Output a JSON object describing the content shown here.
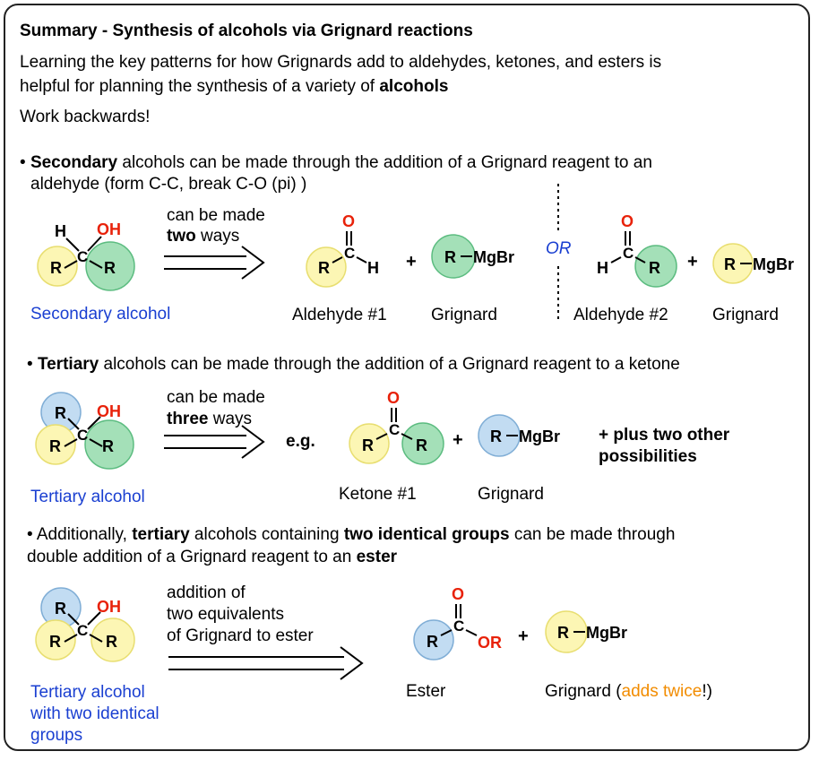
{
  "title": "Summary - Synthesis of alcohols via Grignard reactions",
  "intro": {
    "line1": "Learning the key  patterns for how Grignards add to aldehydes, ketones, and esters is",
    "line2_pre": "helpful for planning the synthesis of a variety of ",
    "line2_bold": "alcohols",
    "line3": "Work backwards!"
  },
  "secondary": {
    "bullet": "•",
    "bold": "Secondary",
    "rest1": " alcohols can be made through the addition of a Grignard reagent to an",
    "line2": "aldehyde (form C-C, break C-O (pi) )",
    "alcohol_label": "Secondary alcohol",
    "arrow_line1": "can be made",
    "arrow_bold": "two",
    "arrow_rest": " ways",
    "aldehyde1_label": "Aldehyde #1",
    "grignard1_label": "Grignard",
    "or": "OR",
    "aldehyde2_label": "Aldehyde #2",
    "grignard2_label": "Grignard"
  },
  "tertiary": {
    "bullet": "•",
    "bold": "Tertiary",
    "rest": " alcohols can be made through the addition of a Grignard reagent to a ketone",
    "alcohol_label": "Tertiary alcohol",
    "arrow_line1": "can be made",
    "arrow_bold": "three",
    "arrow_rest": " ways",
    "eg": "e.g.",
    "ketone_label": "Ketone #1",
    "grignard_label": "Grignard",
    "plus_other_1": "+ plus two other",
    "plus_other_2": "possibilities"
  },
  "ester": {
    "bullet": "•",
    "pre": " Additionally, ",
    "bold1": "tertiary",
    "mid": " alcohols containing ",
    "bold2": "two identical groups",
    "post": " can be made through",
    "line2_pre": "double addition of a Grignard reagent to an ",
    "line2_bold": "ester",
    "alcohol_label_1": "Tertiary alcohol",
    "alcohol_label_2": "with two identical",
    "alcohol_label_3": "groups",
    "arrow_line1": "addition of",
    "arrow_line2": "two equivalents",
    "arrow_line3": "of Grignard to ester",
    "ester_label": "Ester",
    "grignard_label_pre": "Grignard (",
    "grignard_label_orange": "adds twice",
    "grignard_label_post": "!)"
  },
  "atoms": {
    "H": "H",
    "OH": "OH",
    "C": "C",
    "R": "R",
    "O": "O",
    "OR": "OR",
    "plus": "+",
    "MgBr": "MgBr"
  },
  "colors": {
    "yellow_fill": "#fcf6b4",
    "yellow_stroke": "#e8de70",
    "green_fill": "#a4e0b8",
    "green_stroke": "#5cbc80",
    "blue_fill": "#c2dcf2",
    "blue_stroke": "#80aed6",
    "oxygen_red": "#e8220a",
    "label_blue": "#1a3fd1",
    "orange": "#f28c00"
  }
}
